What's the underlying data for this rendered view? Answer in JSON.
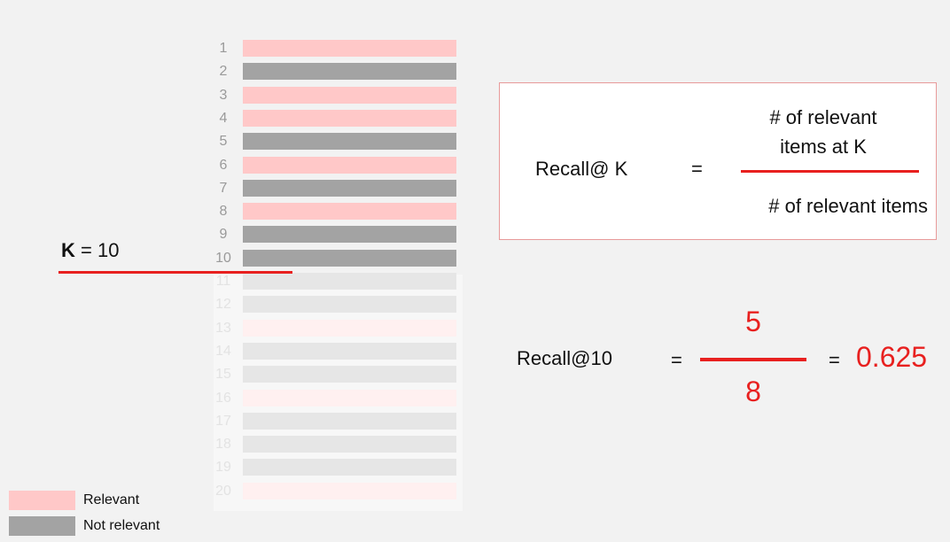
{
  "ranking": {
    "items": [
      {
        "rank": "1",
        "relevant": true
      },
      {
        "rank": "2",
        "relevant": false
      },
      {
        "rank": "3",
        "relevant": true
      },
      {
        "rank": "4",
        "relevant": true
      },
      {
        "rank": "5",
        "relevant": false
      },
      {
        "rank": "6",
        "relevant": true
      },
      {
        "rank": "7",
        "relevant": false
      },
      {
        "rank": "8",
        "relevant": true
      },
      {
        "rank": "9",
        "relevant": false
      },
      {
        "rank": "10",
        "relevant": false
      },
      {
        "rank": "11",
        "relevant": false
      },
      {
        "rank": "12",
        "relevant": false
      },
      {
        "rank": "13",
        "relevant": true
      },
      {
        "rank": "14",
        "relevant": false
      },
      {
        "rank": "15",
        "relevant": false
      },
      {
        "rank": "16",
        "relevant": true
      },
      {
        "rank": "17",
        "relevant": false
      },
      {
        "rank": "18",
        "relevant": false
      },
      {
        "rank": "19",
        "relevant": false
      },
      {
        "rank": "20",
        "relevant": true
      }
    ],
    "cutoff": 10
  },
  "k_marker": {
    "letter": "K",
    "rest": " = 10"
  },
  "formula": {
    "lhs": "Recall@ K",
    "equals": "=",
    "numerator_line1": "# of relevant",
    "numerator_line2": "items at K",
    "denominator": "# of relevant items"
  },
  "calculation": {
    "lhs": "Recall@10",
    "equals": "=",
    "numerator": "5",
    "denominator": "8",
    "equals2": "=",
    "result": "0.625"
  },
  "legend": {
    "relevant_label": "Relevant",
    "not_relevant_label": "Not relevant"
  },
  "colors": {
    "relevant": "#ffc8c8",
    "not_relevant": "#a3a3a3",
    "accent_red": "#e8201f"
  }
}
